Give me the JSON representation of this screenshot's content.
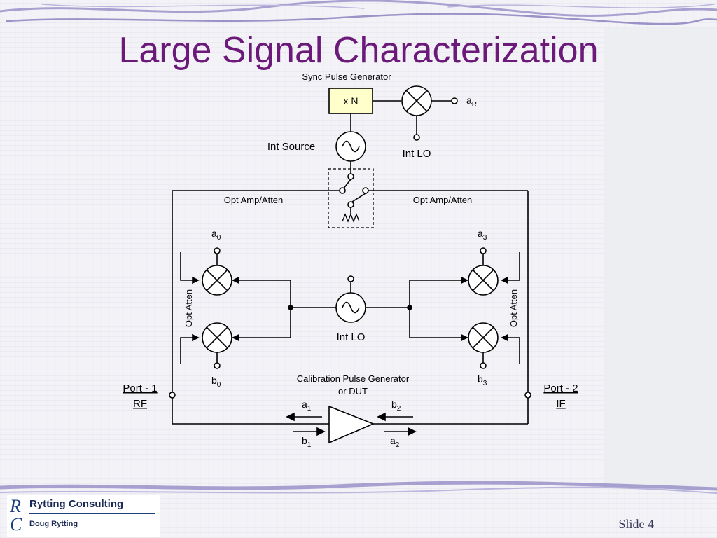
{
  "slide": {
    "title": "Large Signal Characterization",
    "slide_number": "Slide 4"
  },
  "logo": {
    "letters": [
      "R",
      "C"
    ],
    "company": "Rytting Consulting",
    "name": "Doug Rytting"
  },
  "diagram": {
    "sync_pulse_generator": "Sync Pulse Generator",
    "multiplier": "x N",
    "int_source": "Int Source",
    "int_lo_top": "Int LO",
    "int_lo_center": "Int LO",
    "a_r": {
      "base": "a",
      "sub": "R"
    },
    "opt_amp_atten_left": "Opt Amp/Atten",
    "opt_amp_atten_right": "Opt Amp/Atten",
    "opt_atten_left": "Opt Atten",
    "opt_atten_right": "Opt Atten",
    "a0": {
      "base": "a",
      "sub": "0"
    },
    "b0": {
      "base": "b",
      "sub": "0"
    },
    "a3": {
      "base": "a",
      "sub": "3"
    },
    "b3": {
      "base": "b",
      "sub": "3"
    },
    "a1": {
      "base": "a",
      "sub": "1"
    },
    "b1": {
      "base": "b",
      "sub": "1"
    },
    "a2": {
      "base": "a",
      "sub": "2"
    },
    "b2": {
      "base": "b",
      "sub": "2"
    },
    "port1": {
      "line1": "Port - 1",
      "line2": "RF"
    },
    "port2": {
      "line1": "Port - 2",
      "line2": "IF"
    },
    "cal_line1": "Calibration Pulse Generator",
    "cal_line2": "or DUT"
  }
}
